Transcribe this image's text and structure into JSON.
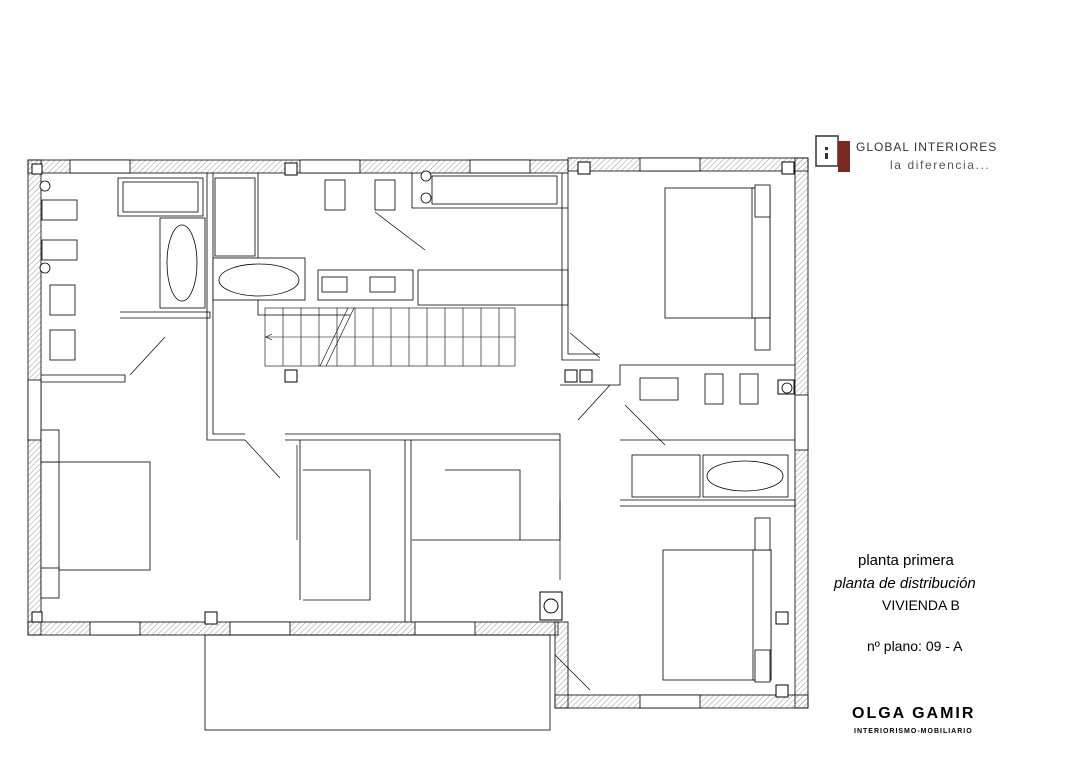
{
  "logo": {
    "brand": "GLOBAL INTERIORES",
    "tagline": "la diferencia...",
    "icon": "global-interiores-logo"
  },
  "title_block": {
    "line1": "planta primera",
    "line2": "planta de distribución",
    "line3": "VIVIENDA B",
    "plan_number": "nº plano: 09 - A"
  },
  "author": {
    "name": "OLGA GAMIR",
    "subtitle": "INTERIORISMO-MOBILIARIO"
  },
  "colors": {
    "ink": "#000000",
    "wall_hatch": "#9a9a9a",
    "logo_brown": "#7a2a1e"
  }
}
